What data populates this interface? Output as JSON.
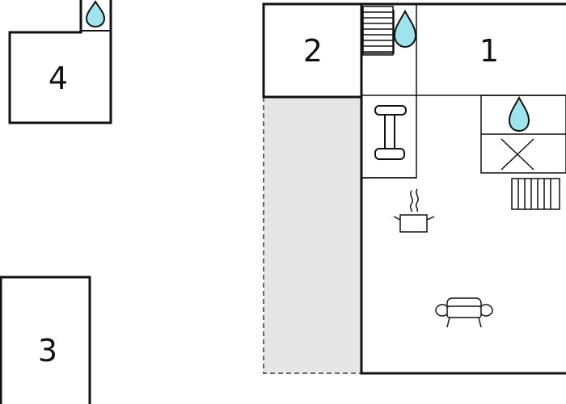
{
  "rooms": [
    {
      "id": "room-1",
      "label": "1"
    },
    {
      "id": "room-2",
      "label": "2"
    },
    {
      "id": "room-3",
      "label": "3"
    },
    {
      "id": "room-4",
      "label": "4"
    }
  ],
  "icons": [
    "water-drop-icon",
    "stairs-icon",
    "table-icon",
    "cross-icon",
    "radiator-icon",
    "cooking-pot-icon",
    "sofa-icon"
  ],
  "colors": {
    "wall": "#111111",
    "water": "#9fe3ec",
    "terrace": "#e6e6e6",
    "background": "#ffffff"
  }
}
